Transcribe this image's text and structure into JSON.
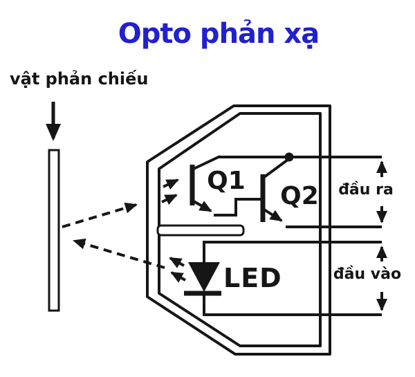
{
  "title": "Opto phản xạ",
  "labels": {
    "reflector": "vật phản chiếu",
    "q1": "Q1",
    "q2": "Q2",
    "led": "LED",
    "output": "đầu ra",
    "input": "đầu vào"
  },
  "colors": {
    "ink": "#161616",
    "title": "#2121cf",
    "background": "#ffffff"
  }
}
